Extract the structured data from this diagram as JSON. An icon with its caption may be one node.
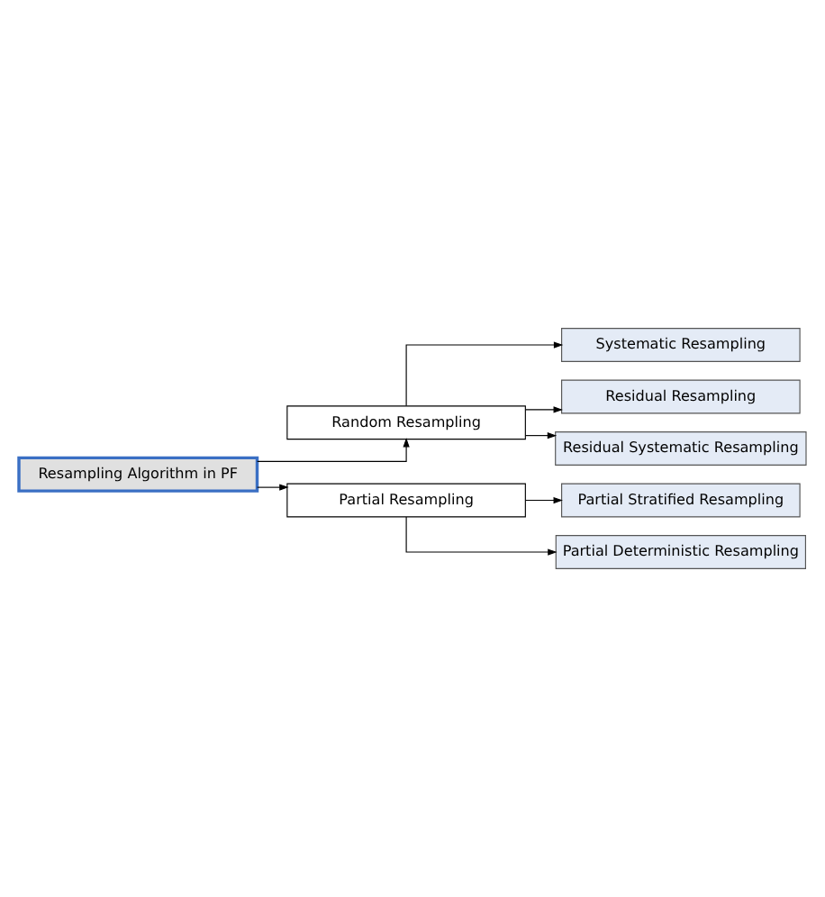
{
  "diagram": {
    "nodes": [
      {
        "text": [
          "Resampling Algorithm in PF"
        ]
      },
      {
        "text": [
          "Random Resampling"
        ]
      },
      {
        "text": [
          "Systematic Resampling"
        ]
      },
      {
        "text": [
          "Residual Resampling"
        ]
      },
      {
        "text": [
          "Residual Systematic Resampling"
        ]
      },
      {
        "text": [
          "Partial Resampling"
        ]
      },
      {
        "text": [
          "Partial Stratified Resampling"
        ]
      },
      {
        "text": [
          "Partial Deterministic Resampling"
        ]
      }
    ],
    "edges": [
      {
        "from": 0,
        "to": 1,
        "arrow": "to"
      },
      {
        "from": 1,
        "to": 2,
        "arrow": "to"
      },
      {
        "from": 1,
        "to": 3,
        "arrow": "to"
      },
      {
        "from": 1,
        "to": 4,
        "arrow": "to"
      },
      {
        "from": 0,
        "to": 5,
        "arrow": "to"
      },
      {
        "from": 5,
        "to": 6,
        "arrow": "to"
      },
      {
        "from": 5,
        "to": 7,
        "arrow": "to"
      }
    ]
  }
}
